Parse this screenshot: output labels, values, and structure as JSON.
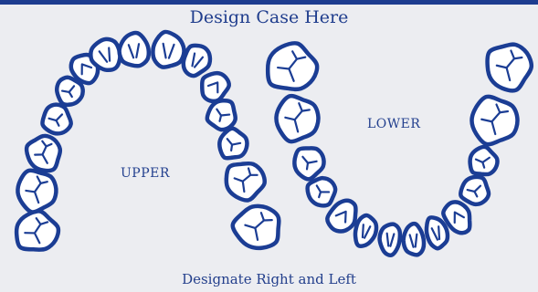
{
  "title": "Design Case Here",
  "upper_label": "UPPER",
  "lower_label": "LOWER",
  "footer": "Designate Right and Left",
  "colors": {
    "ink": "#1b3d94",
    "background": "#ecedf1"
  }
}
